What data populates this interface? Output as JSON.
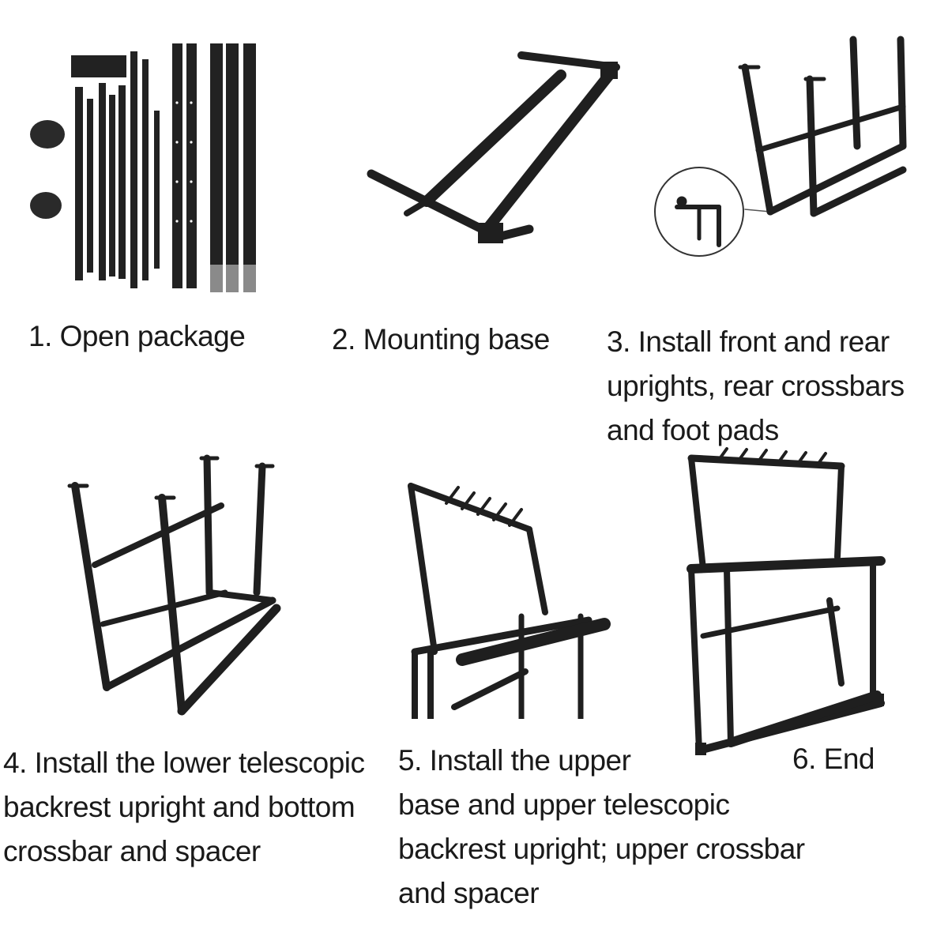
{
  "steps": [
    {
      "id": 1,
      "caption": "1. Open package",
      "illustration": "parts-kit-illustration"
    },
    {
      "id": 2,
      "caption": "2. Mounting base",
      "illustration": "base-frame-illustration"
    },
    {
      "id": 3,
      "caption": "3. Install front and rear\nuprights, rear crossbars\nand foot pads",
      "illustration": "uprights-illustration"
    },
    {
      "id": 4,
      "caption": "4. Install the lower telescopic\nbackrest upright and bottom\ncrossbar and spacer",
      "illustration": "lower-backrest-illustration"
    },
    {
      "id": 5,
      "caption": "5. Install the upper\nbase and upper telescopic\nbackrest upright; upper crossbar\nand spacer",
      "illustration": "upper-base-illustration"
    },
    {
      "id": 6,
      "caption": "6. End",
      "illustration": "finished-rack-illustration"
    }
  ],
  "colors": {
    "metal": "#1f1f1f",
    "metal_light": "#5a5a5a",
    "caption_text": "#1a1a1a",
    "background": "#ffffff"
  }
}
